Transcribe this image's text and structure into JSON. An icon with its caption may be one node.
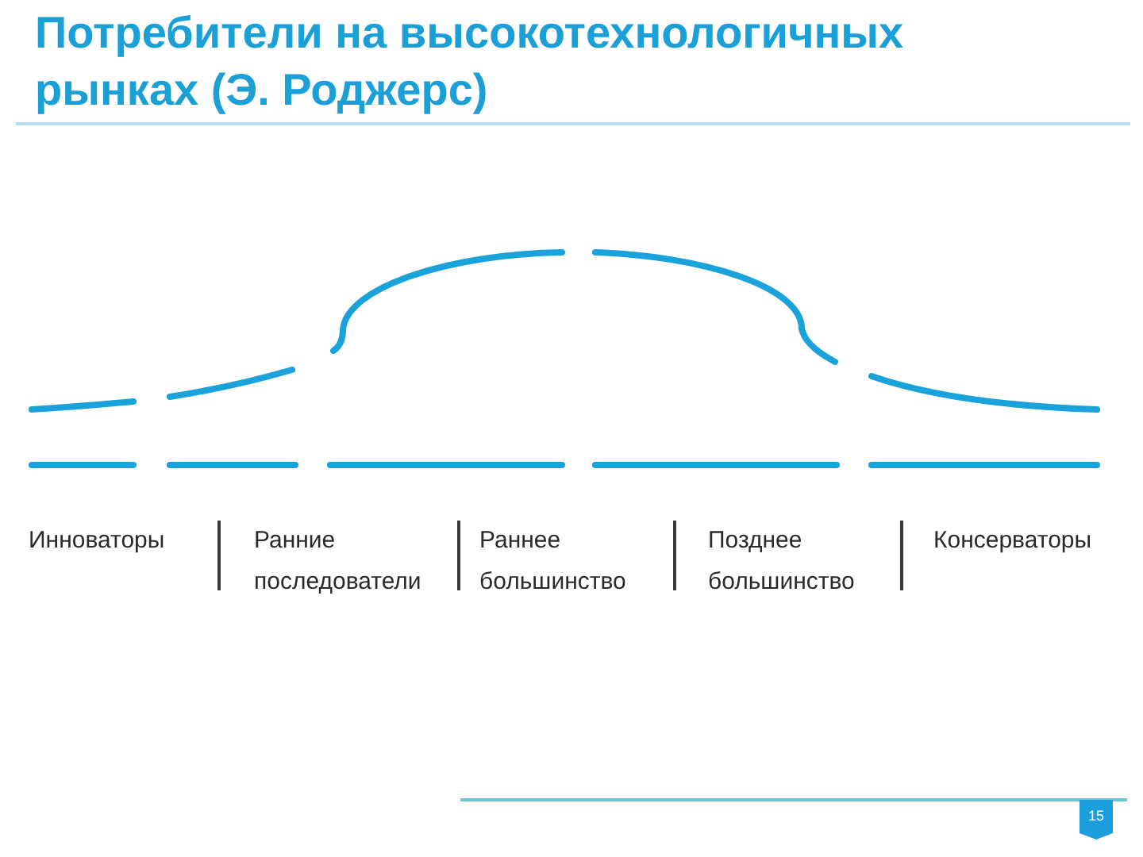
{
  "diagram": {
    "title": "Потребители на высокотехнологичных рынках (Э. Роджерс)",
    "nodes": [
      {
        "text": [
          "15"
        ]
      }
    ],
    "labels": [
      "Инноваторы",
      "Ранние последователи",
      "Раннее большинство",
      "Позднее большинство",
      "Консерваторы"
    ]
  }
}
